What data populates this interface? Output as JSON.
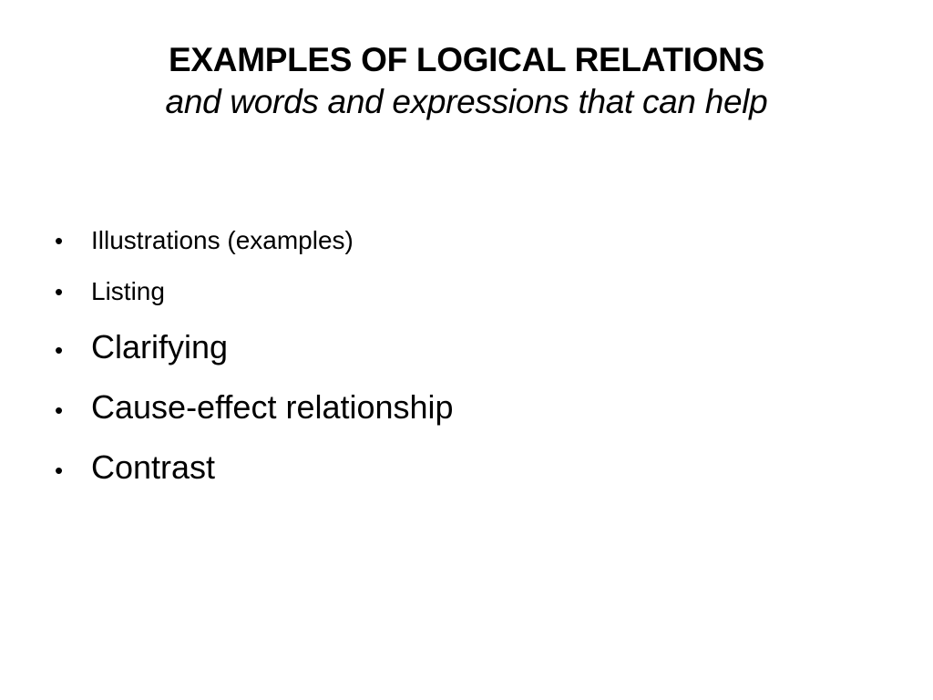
{
  "slide": {
    "title": "EXAMPLES OF LOGICAL RELATIONS",
    "subtitle": "and words and expressions that can help",
    "bullet_symbol": "•",
    "bullets": [
      {
        "text": "Illustrations (examples)"
      },
      {
        "text": "Listing"
      },
      {
        "text": "Clarifying"
      },
      {
        "text": "Cause-effect relationship"
      },
      {
        "text": "Contrast"
      }
    ]
  }
}
